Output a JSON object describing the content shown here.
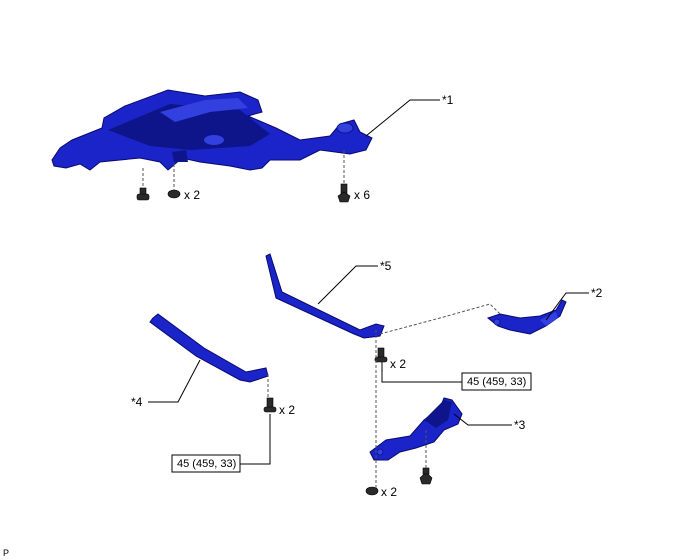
{
  "callouts": {
    "c1": "*1",
    "c2": "*2",
    "c3": "*3",
    "c4": "*4",
    "c5": "*5"
  },
  "quantities": {
    "q_under_cover_clip": "x 2",
    "q_under_cover_bolt": "x 6",
    "q_bracket5_bolt": "x 2",
    "q_bracket4_bolt": "x 2",
    "q_bracket3_nut": "x 2"
  },
  "torque": {
    "t_upper": "45 (459, 33)",
    "t_lower": "45 (459, 33)"
  },
  "footer_code": "P",
  "colors": {
    "part_blue": "#1a24c8",
    "part_blue_dark": "#0e148a",
    "hardware": "#2a2a2a"
  }
}
